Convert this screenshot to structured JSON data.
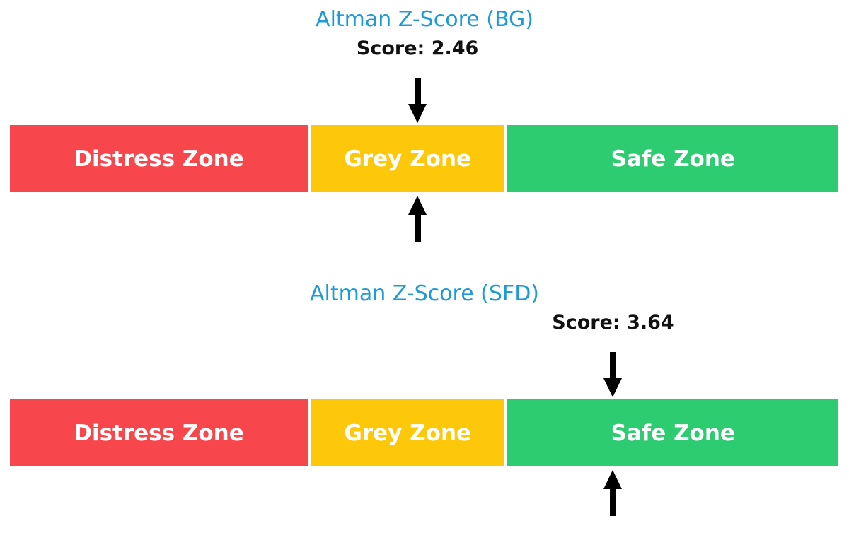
{
  "page": {
    "background": "#FFFFFF"
  },
  "chart_data": [
    {
      "type": "bar",
      "subtype": "zone-indicator",
      "title": "Altman Z-Score (BG)",
      "title_color": "#1E9BD7",
      "score": 2.46,
      "score_label": "Score: 2.46",
      "score_text_color": "#111111",
      "axis_range": [
        0,
        5
      ],
      "marker_style": "black down-arrow above bar and up-arrow below bar at score position",
      "arrow_color": "#000000",
      "zone_label_color": "#FFFFFF",
      "zones": [
        {
          "label": "Distress Zone",
          "range": [
            0,
            1.81
          ],
          "color": "#F8474C"
        },
        {
          "label": "Grey Zone",
          "range": [
            1.81,
            2.99
          ],
          "color": "#FEC80A"
        },
        {
          "label": "Safe Zone",
          "range": [
            2.99,
            5
          ],
          "color": "#2ECC71"
        }
      ]
    },
    {
      "type": "bar",
      "subtype": "zone-indicator",
      "title": "Altman Z-Score (SFD)",
      "title_color": "#1E9BD7",
      "score": 3.64,
      "score_label": "Score: 3.64",
      "score_text_color": "#111111",
      "axis_range": [
        0,
        5
      ],
      "marker_style": "black down-arrow above bar and up-arrow below bar at score position",
      "arrow_color": "#000000",
      "zone_label_color": "#FFFFFF",
      "zones": [
        {
          "label": "Distress Zone",
          "range": [
            0,
            1.81
          ],
          "color": "#F8474C"
        },
        {
          "label": "Grey Zone",
          "range": [
            1.81,
            2.99
          ],
          "color": "#FEC80A"
        },
        {
          "label": "Safe Zone",
          "range": [
            2.99,
            5
          ],
          "color": "#2ECC71"
        }
      ]
    }
  ]
}
